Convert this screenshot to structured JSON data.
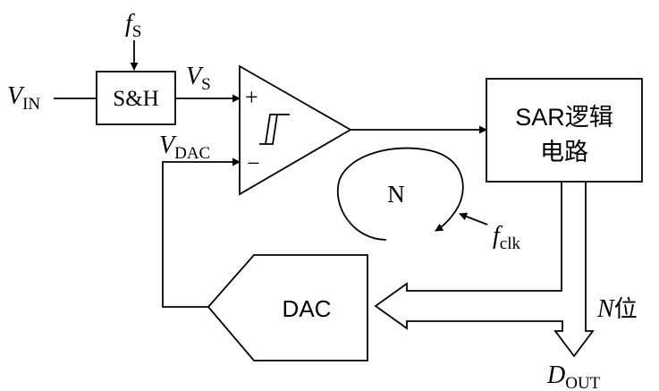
{
  "labels": {
    "fs_main": "f",
    "fs_sub": "S",
    "vin_main": "V",
    "vin_sub": "IN",
    "sh": "S&H",
    "vs_main": "V",
    "vs_sub": "S",
    "plus": "+",
    "minus": "−",
    "vdac_main": "V",
    "vdac_sub": "DAC",
    "sar_line1": "SAR逻辑",
    "sar_line2": "电路",
    "n_loop": "N",
    "fclk_main": "f",
    "fclk_sub": "clk",
    "dac": "DAC",
    "nbits_main": "N",
    "nbits_suffix": "位",
    "dout_main": "D",
    "dout_sub": "OUT"
  }
}
